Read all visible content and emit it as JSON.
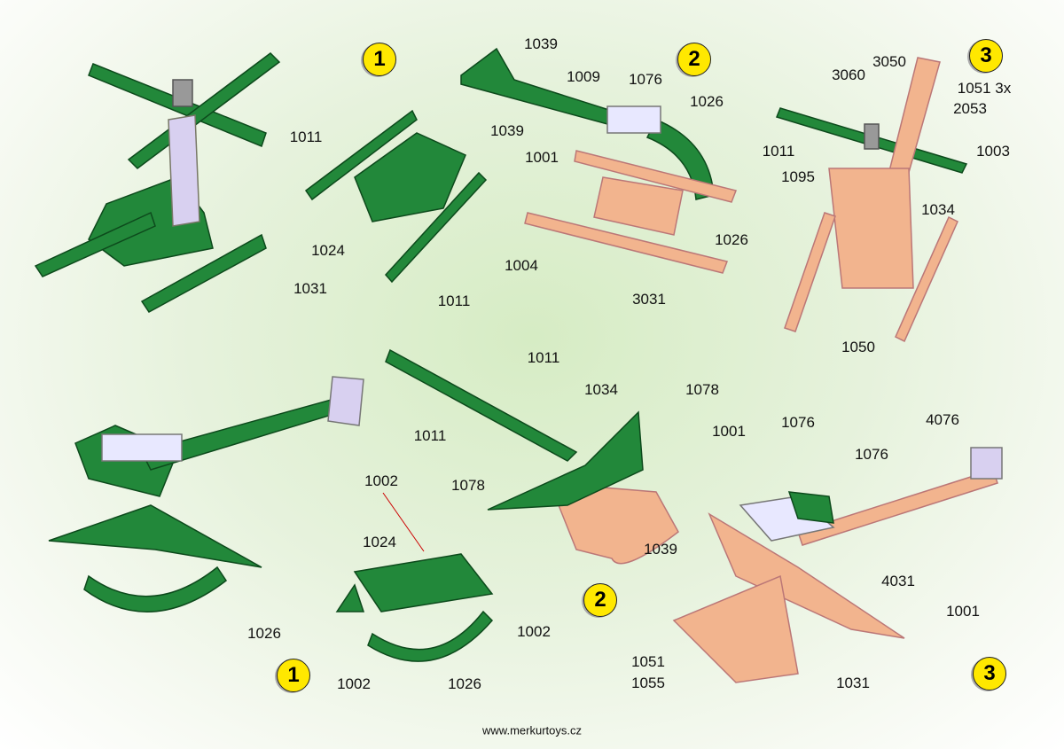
{
  "colors": {
    "green": "#22883a",
    "orange": "#f2b48e",
    "lavender": "#d8d0f0",
    "badge": "#ffe800"
  },
  "top": {
    "step1": {
      "badge": "1",
      "labels": [
        "1011",
        "1039",
        "1024",
        "1031",
        "1011"
      ]
    },
    "step2": {
      "badge": "2",
      "labels": [
        "1039",
        "1009",
        "1076",
        "1026",
        "1001",
        "1004",
        "1026",
        "3031"
      ]
    },
    "step3": {
      "badge": "3",
      "labels": [
        "3060",
        "3050",
        "1051 3x",
        "2053",
        "1003",
        "1011",
        "1095",
        "1034",
        "1050"
      ]
    }
  },
  "bottom": {
    "step1": {
      "badge": "1",
      "labels": [
        "1002",
        "1024",
        "1026",
        "1002",
        "1002",
        "1026"
      ]
    },
    "step2": {
      "badge": "2",
      "labels": [
        "1011",
        "1034",
        "1078",
        "1011",
        "1078",
        "1039"
      ]
    },
    "step3": {
      "badge": "3",
      "labels": [
        "1001",
        "1076",
        "4076",
        "1076",
        "4031",
        "1001",
        "1051",
        "1055",
        "1031"
      ]
    }
  },
  "footer": "www.merkurtoys.cz"
}
